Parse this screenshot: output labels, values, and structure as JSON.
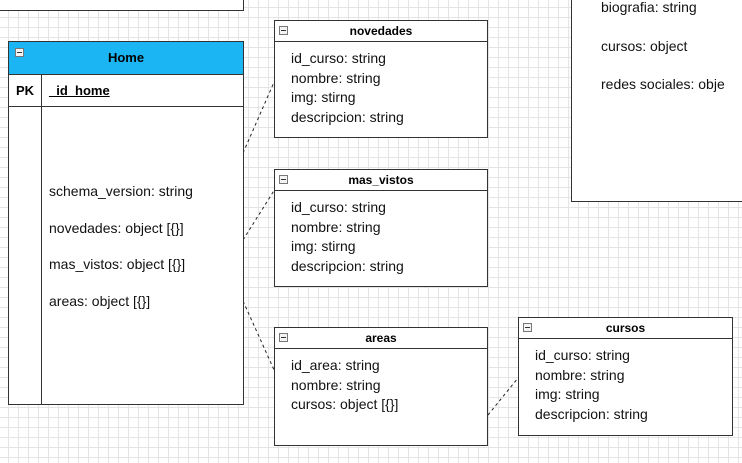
{
  "home": {
    "title": "Home",
    "pk_label": "PK",
    "pk_field": "_id_home",
    "fields": [
      "schema_version: string",
      "novedades: object [{}]",
      "mas_vistos: object [{}]",
      "areas: object [{}]"
    ]
  },
  "novedades": {
    "title": "novedades",
    "fields": [
      "id_curso: string",
      "nombre: string",
      "img: stirng",
      "descripcion: string"
    ]
  },
  "mas_vistos": {
    "title": "mas_vistos",
    "fields": [
      "id_curso: string",
      "nombre: string",
      "img: stirng",
      "descripcion: string"
    ]
  },
  "areas": {
    "title": "areas",
    "fields": [
      "id_area: string",
      "nombre: string",
      "cursos: object [{}]"
    ]
  },
  "cursos": {
    "title": "cursos",
    "fields": [
      "id_curso: string",
      "nombre: string",
      "img: string",
      "descripcion: string"
    ]
  },
  "partial_entity": {
    "fields": [
      "biografia: string",
      "cursos: object",
      "redes sociales: obje"
    ]
  }
}
